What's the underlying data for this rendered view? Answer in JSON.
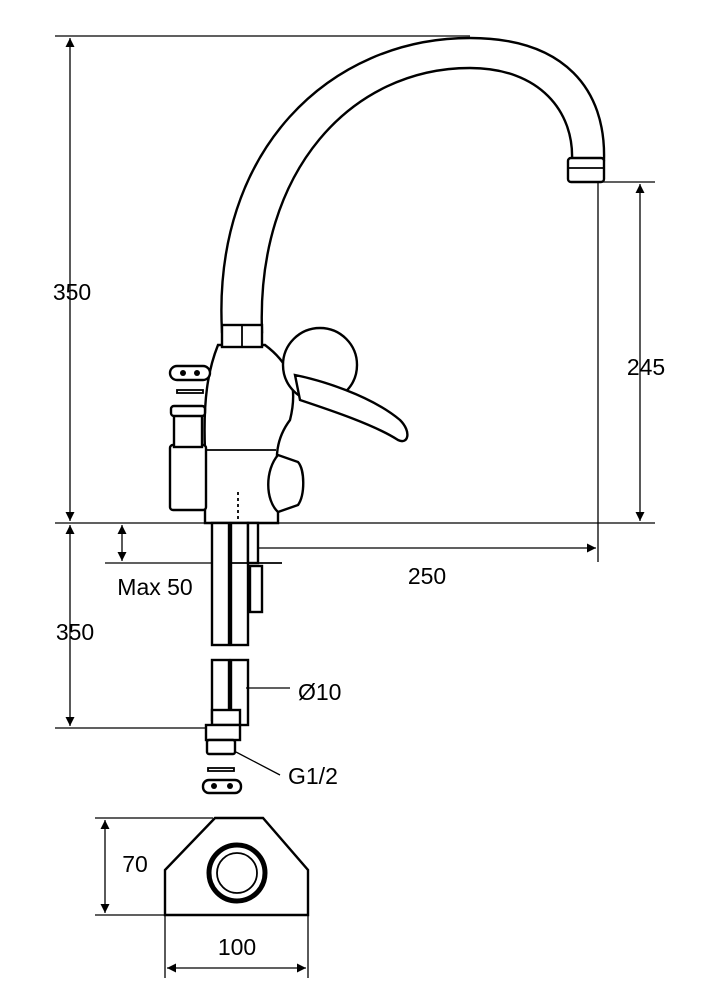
{
  "title": "Faucet dimension drawing",
  "dimensions": {
    "total_height": "350",
    "spout_height": "245",
    "spout_reach": "250",
    "max_deck_thickness": "Max 50",
    "hose_length": "350",
    "hose_diameter": "Ø10",
    "connection_thread": "G1/2",
    "base_depth": "70",
    "base_width": "100"
  }
}
